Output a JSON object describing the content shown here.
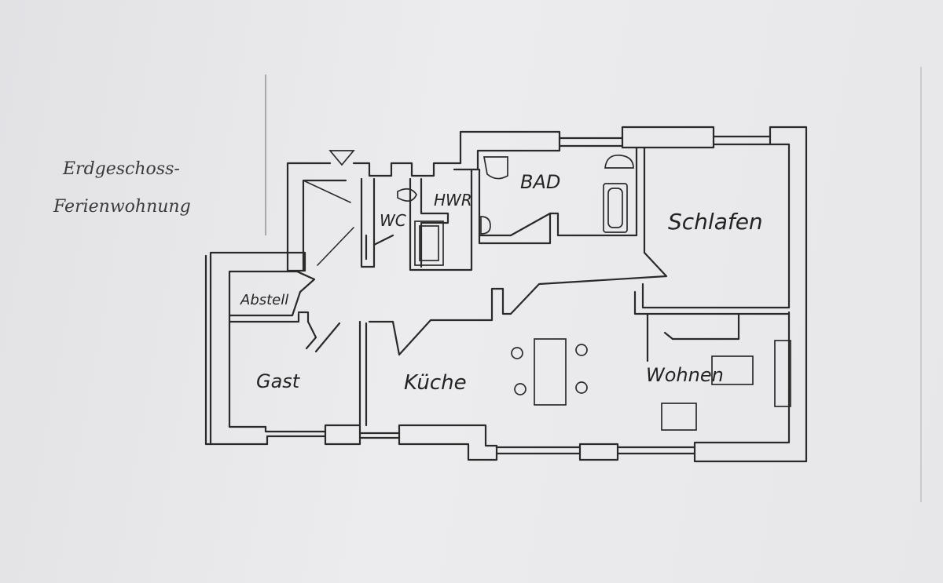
{
  "title": {
    "line1": "Erdgeschoss-",
    "line2": "Ferienwohnung"
  },
  "rooms": {
    "bad": "BAD",
    "hwr": "HWR",
    "wc": "WC",
    "schlafen": "Schlafen",
    "abstell": "Abstell",
    "gast": "Gast",
    "kueche": "Küche",
    "wohnen": "Wohnen"
  },
  "colors": {
    "paper": "#ebebed",
    "ink": "#2a2a2a"
  }
}
